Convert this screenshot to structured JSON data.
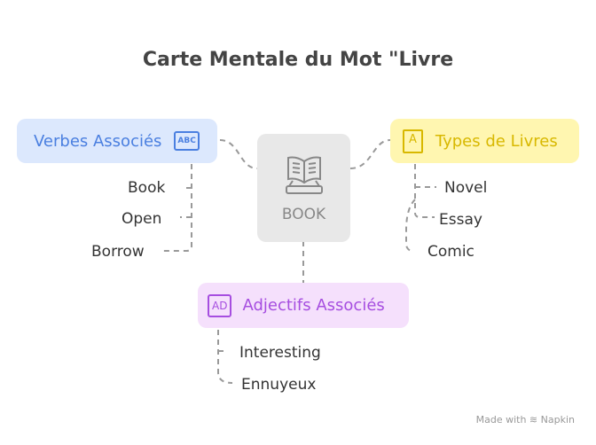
{
  "title": "Carte Mentale du Mot \"Livre",
  "center": {
    "label": "BOOK",
    "icon": "open-book-icon"
  },
  "branches": [
    {
      "label": "Verbes Associés",
      "icon": "abc-book-icon",
      "icon_text": "ABC",
      "color": "#4a7fe0",
      "bg": "#dce8fd",
      "items": [
        "Book",
        "Open",
        "Borrow"
      ]
    },
    {
      "label": "Types de Livres",
      "icon": "letter-a-book-icon",
      "icon_text": "A",
      "color": "#d8b800",
      "bg": "#fff6b0",
      "items": [
        "Novel",
        "Essay",
        "Comic"
      ]
    },
    {
      "label": "Adjectifs Associés",
      "icon": "ad-book-icon",
      "icon_text": "AD",
      "color": "#a64ee0",
      "bg": "#f5e0fc",
      "items": [
        "Interesting",
        "Ennuyeux"
      ]
    }
  ],
  "footer": "Made with ≋ Napkin"
}
